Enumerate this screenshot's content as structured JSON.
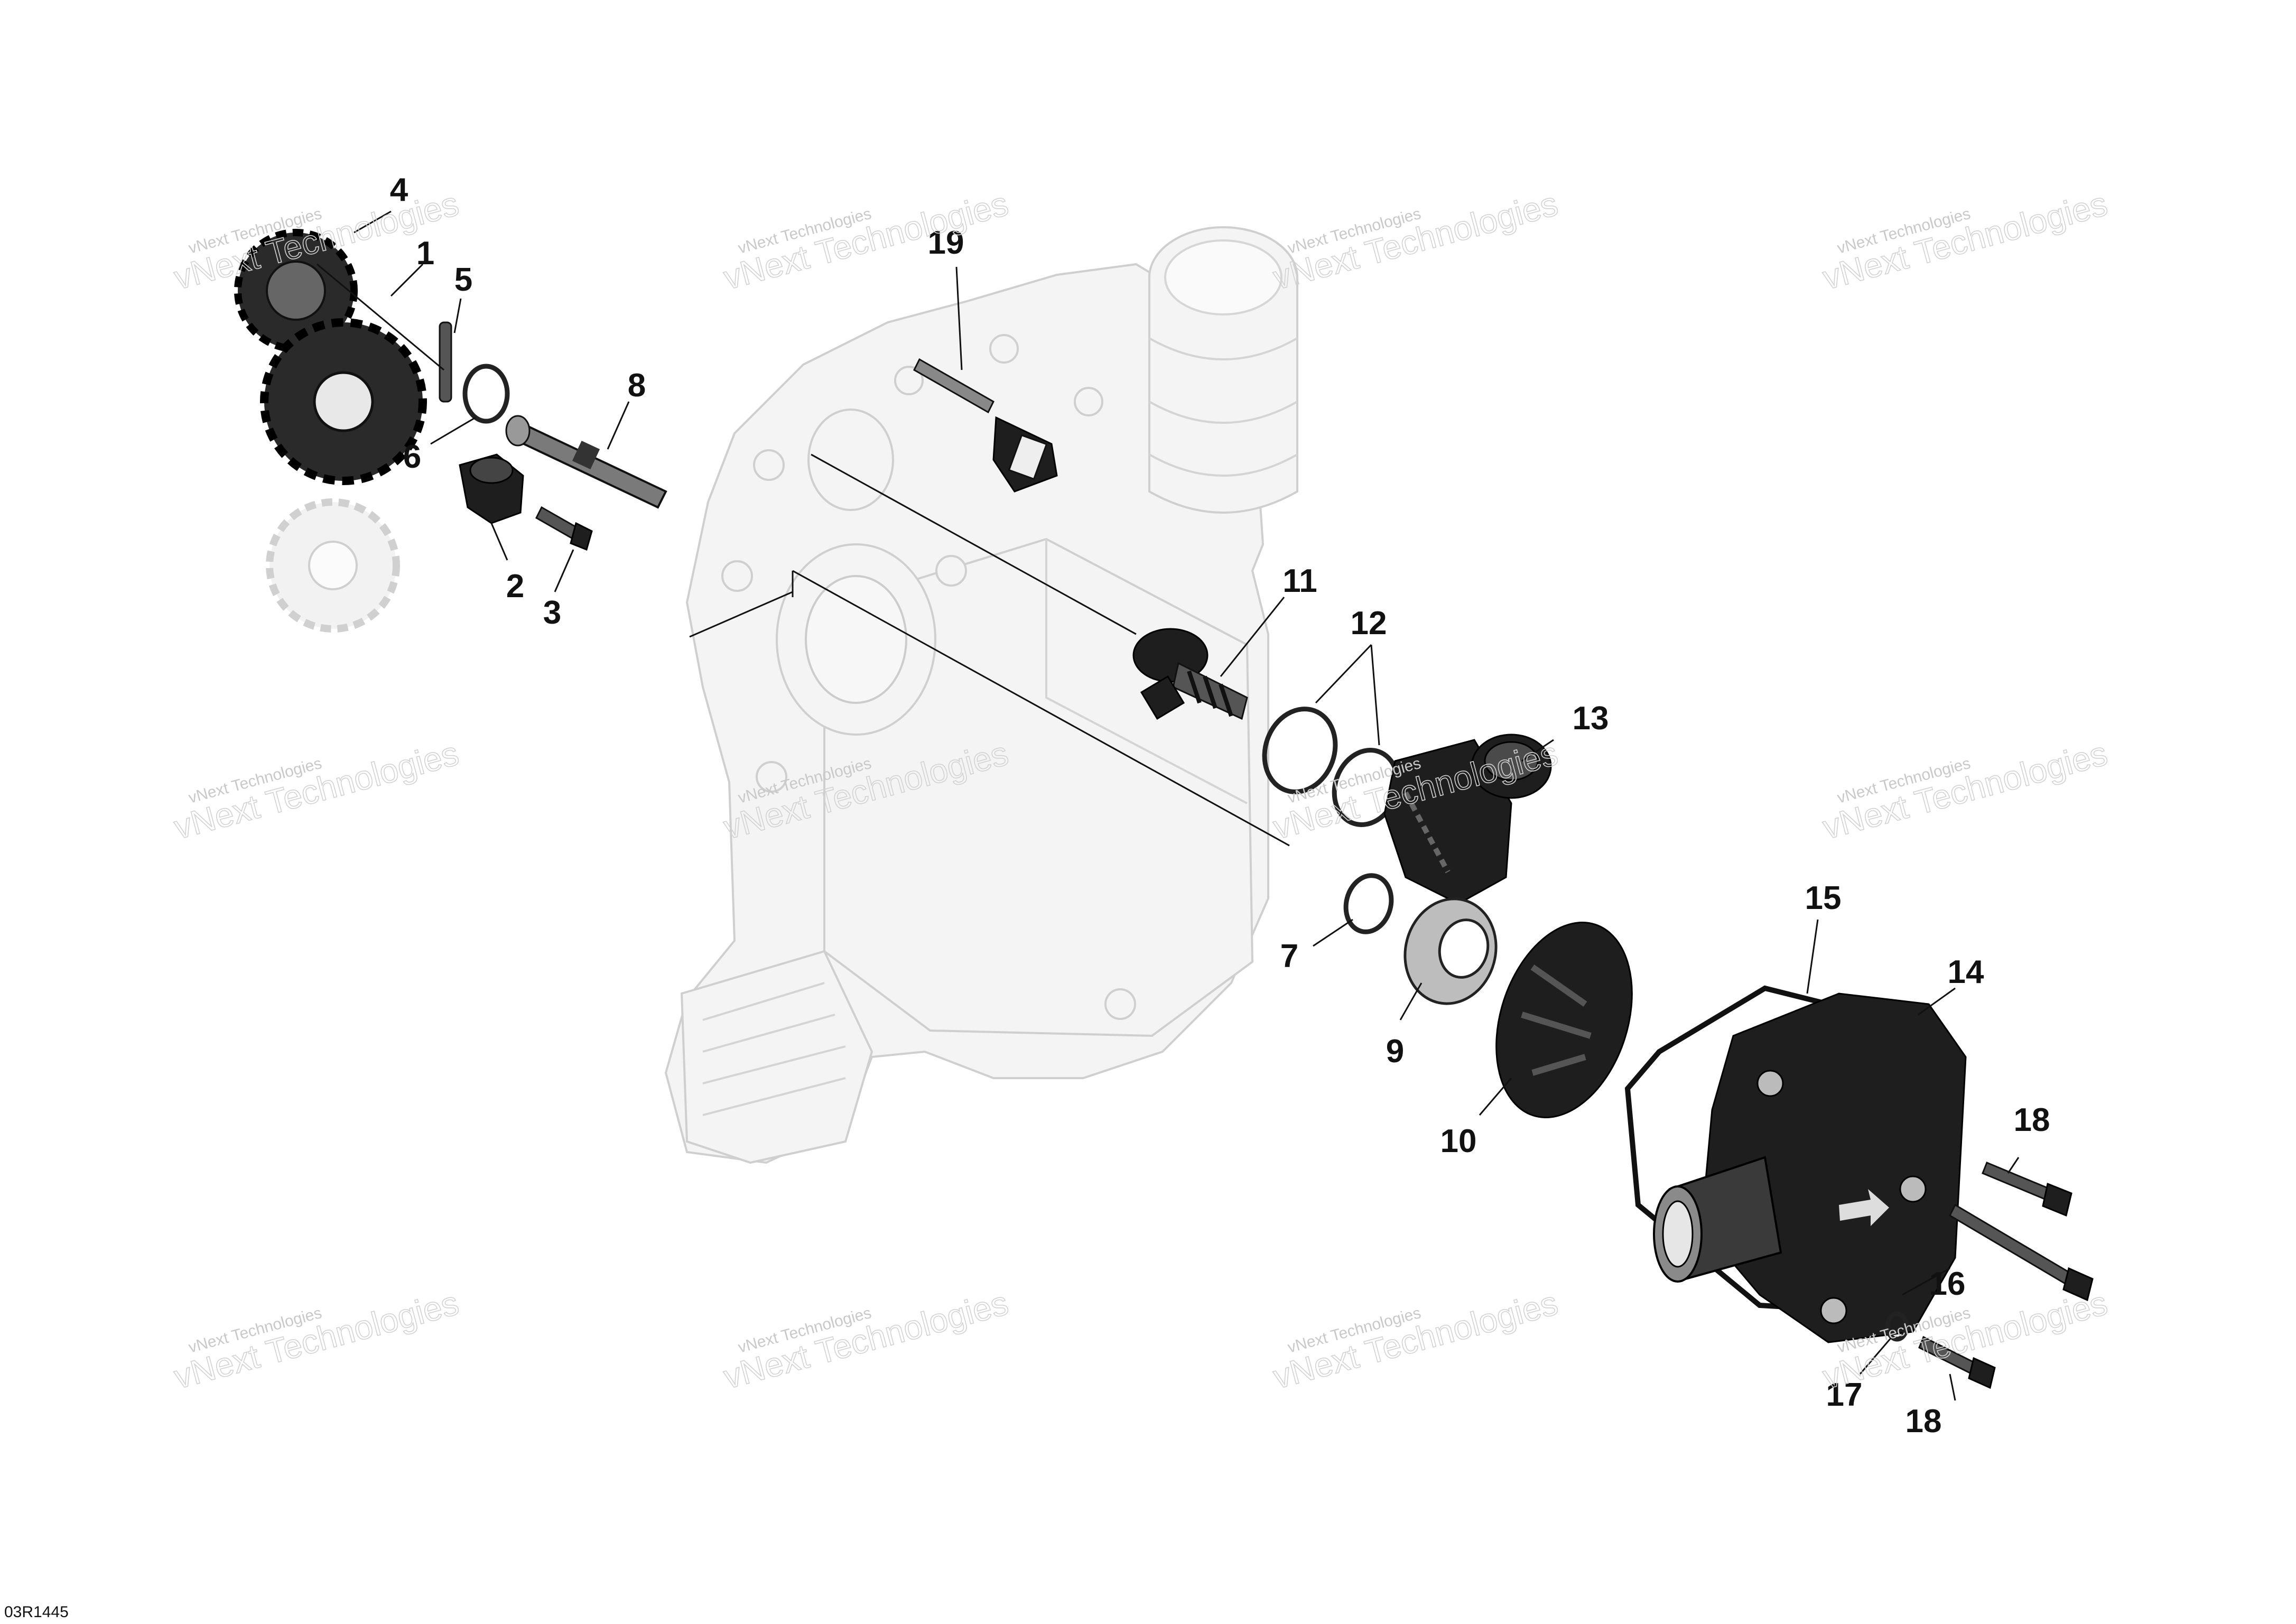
{
  "diagram": {
    "reference_code": "03R1445",
    "watermark": {
      "small_text": "vNext Technologies",
      "large_text": "vNext Technologies"
    },
    "callouts": [
      {
        "id": "c1",
        "label": "1"
      },
      {
        "id": "c2",
        "label": "2"
      },
      {
        "id": "c3",
        "label": "3"
      },
      {
        "id": "c4",
        "label": "4"
      },
      {
        "id": "c5",
        "label": "5"
      },
      {
        "id": "c6",
        "label": "6"
      },
      {
        "id": "c7",
        "label": "7"
      },
      {
        "id": "c8",
        "label": "8"
      },
      {
        "id": "c9",
        "label": "9"
      },
      {
        "id": "c10",
        "label": "10"
      },
      {
        "id": "c11",
        "label": "11"
      },
      {
        "id": "c12",
        "label": "12"
      },
      {
        "id": "c13",
        "label": "13"
      },
      {
        "id": "c14",
        "label": "14"
      },
      {
        "id": "c15",
        "label": "15"
      },
      {
        "id": "c16",
        "label": "16"
      },
      {
        "id": "c17",
        "label": "17"
      },
      {
        "id": "c18a",
        "label": "18"
      },
      {
        "id": "c18b",
        "label": "18"
      },
      {
        "id": "c19",
        "label": "19"
      }
    ],
    "colors": {
      "part_dark": "#1e1e1e",
      "ghost_fill": "#f4f4f4",
      "ghost_stroke": "#cfcfcf",
      "text": "#111111",
      "watermark": "#cfcfcf"
    }
  }
}
